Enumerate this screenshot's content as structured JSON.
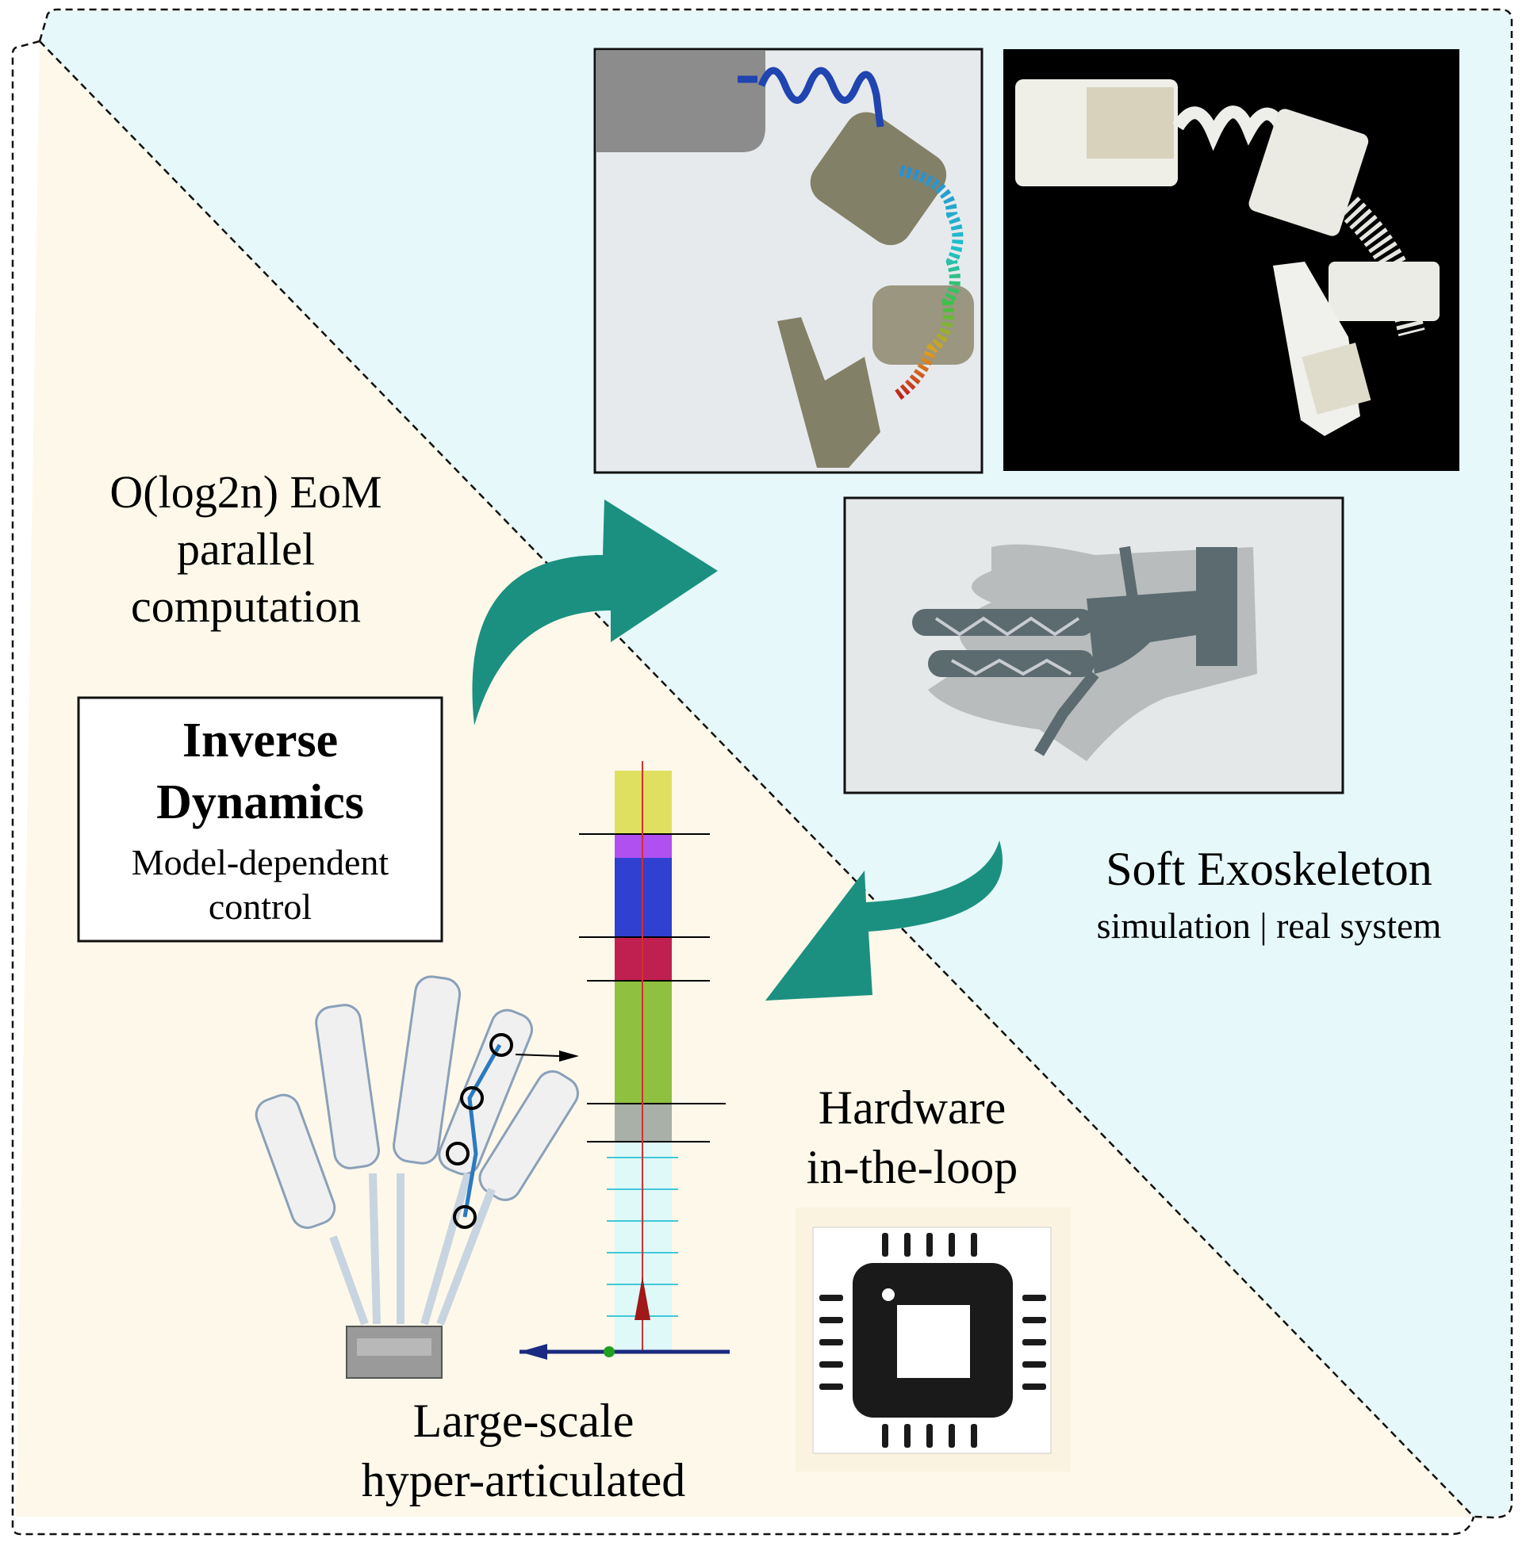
{
  "labels": {
    "eom_line1": "O(log2n) EoM",
    "eom_line2": "parallel",
    "eom_line3": "computation",
    "inverse_dynamics_line1": "Inverse",
    "inverse_dynamics_line2": "Dynamics",
    "model_dependent_line1": "Model-dependent",
    "model_dependent_line2": "control",
    "soft_exoskeleton": "Soft Exoskeleton",
    "sim_real": "simulation | real system",
    "hardware_line1": "Hardware",
    "hardware_line2": "in-the-loop",
    "large_scale_line1": "Large-scale",
    "large_scale_line2": "hyper-articulated"
  },
  "colors": {
    "left_region": "#fdf8ea",
    "right_region": "#e6f8f9",
    "arrow": "#1b9080",
    "chip": "#1a1a1a"
  }
}
